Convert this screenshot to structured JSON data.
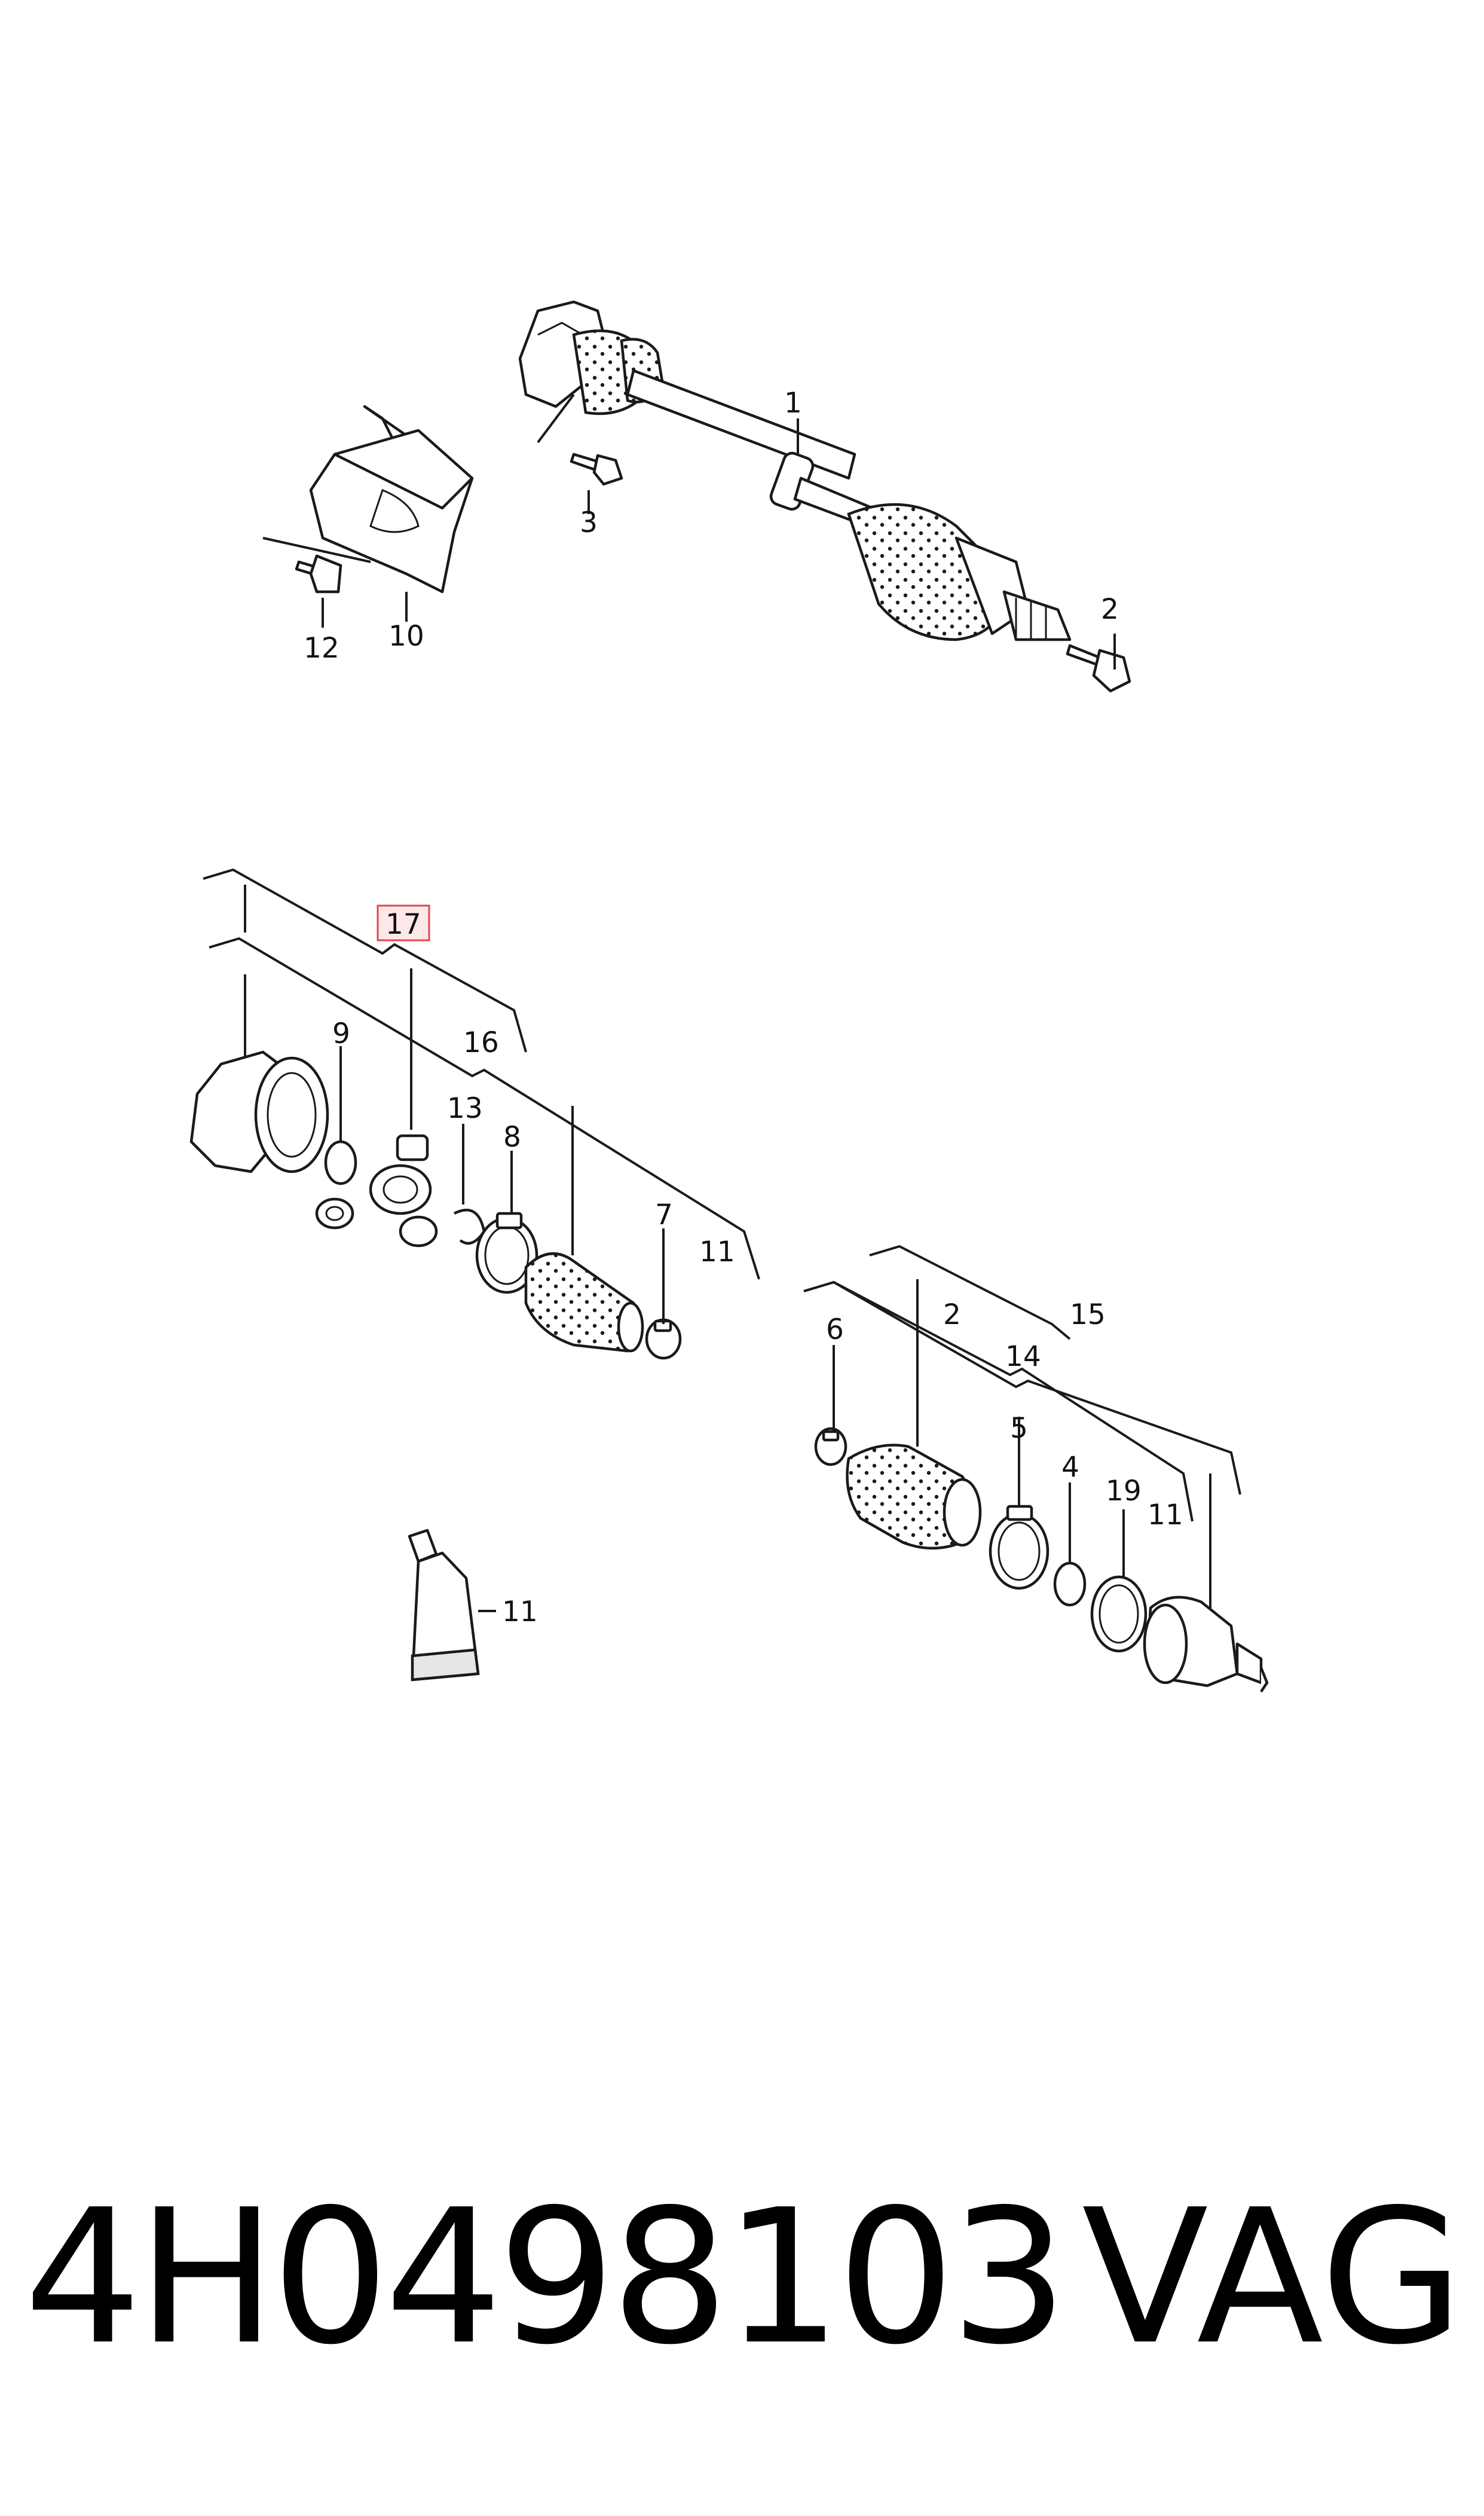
{
  "diagram": {
    "callouts": {
      "c1": "1",
      "c2_top": "2",
      "c3": "3",
      "c10": "10",
      "c12": "12",
      "c17": "17",
      "c16": "16",
      "c9": "9",
      "c13": "13",
      "c8": "8",
      "c7": "7",
      "c11_a": "11",
      "c6": "6",
      "c2_bottom": "2",
      "c15": "15",
      "c14": "14",
      "c5": "5",
      "c4": "4",
      "c19": "19",
      "c11_b": "11",
      "c11_c": "11"
    },
    "highlight_color": "#e0464a"
  },
  "footer": {
    "part_number": "4H0498103",
    "brand": "VAG"
  }
}
